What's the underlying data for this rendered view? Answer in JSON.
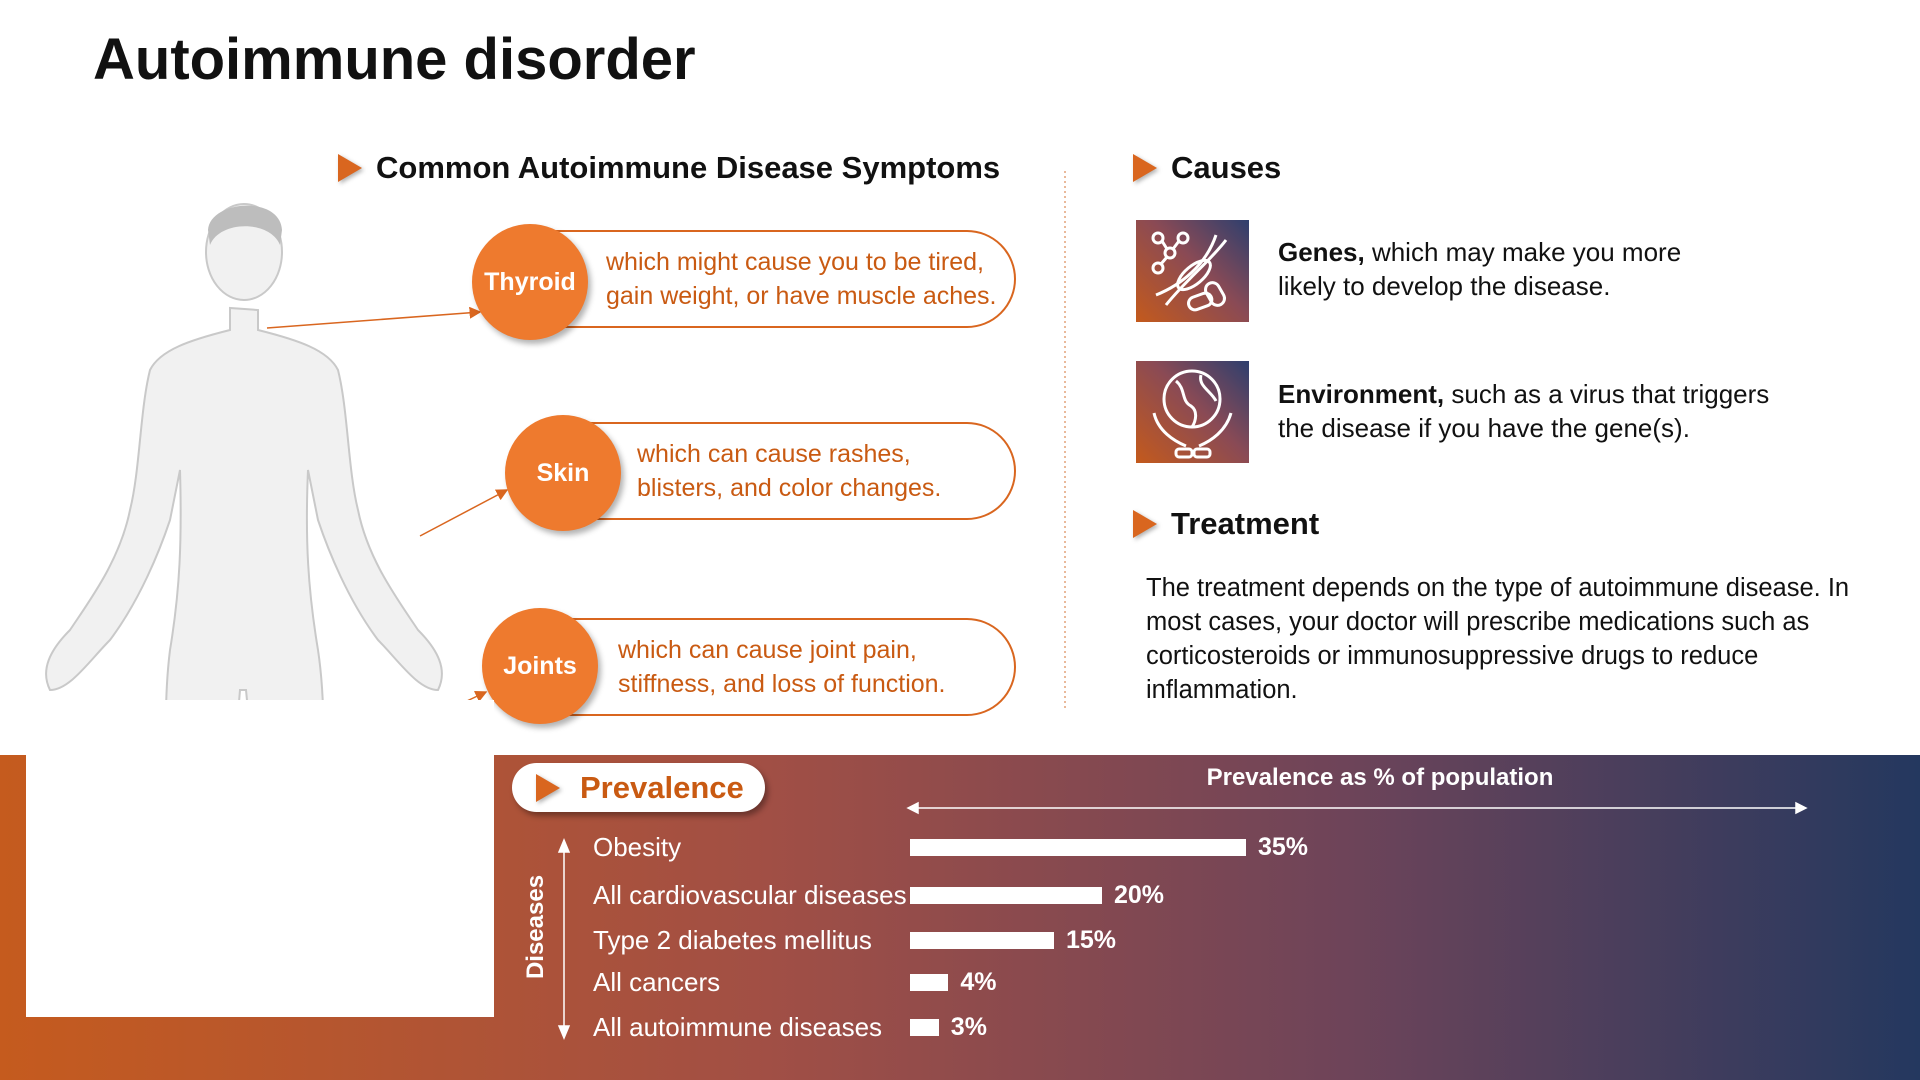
{
  "title": "Autoimmune disorder",
  "symptoms": {
    "heading": "Common Autoimmune Disease Symptoms",
    "items": [
      {
        "name": "Thyroid",
        "line1": "which might cause you to be tired,",
        "line2": "gain weight, or have muscle aches."
      },
      {
        "name": "Skin",
        "line1": "which can cause rashes,",
        "line2": "blisters, and color changes."
      },
      {
        "name": "Joints",
        "line1": "which can cause joint pain,",
        "line2": "stiffness, and loss of function."
      }
    ]
  },
  "causes": {
    "heading": "Causes",
    "items": [
      {
        "icon": "dna-icon",
        "bold": "Genes,",
        "line1": " which may make you more",
        "line2": "likely to develop the disease."
      },
      {
        "icon": "globe-hands-icon",
        "bold": "Environment,",
        "line1": " such as a virus that triggers",
        "line2": "the disease if you have the gene(s)."
      }
    ]
  },
  "treatment": {
    "heading": "Treatment",
    "text": "The treatment depends on the type of autoimmune disease. In most cases, your doctor will prescribe medications such as corticosteroids or immunosuppressive drugs to reduce inflammation."
  },
  "prevalence": {
    "heading": "Prevalence"
  },
  "chart_data": {
    "type": "bar",
    "orientation": "horizontal",
    "title": "Prevalence as % of population",
    "ylabel": "Diseases",
    "xlabel": "Prevalence as % of population",
    "categories": [
      "Obesity",
      "All cardiovascular diseases",
      "Type 2 diabetes mellitus",
      "All cancers",
      "All autoimmune diseases"
    ],
    "values": [
      35,
      20,
      15,
      4,
      3
    ],
    "labels": [
      "35%",
      "20%",
      "15%",
      "4%",
      "3%"
    ]
  },
  "colors": {
    "accent": "#ee7a2e",
    "band_left": "#c55b1e",
    "band_right": "#24385f"
  }
}
